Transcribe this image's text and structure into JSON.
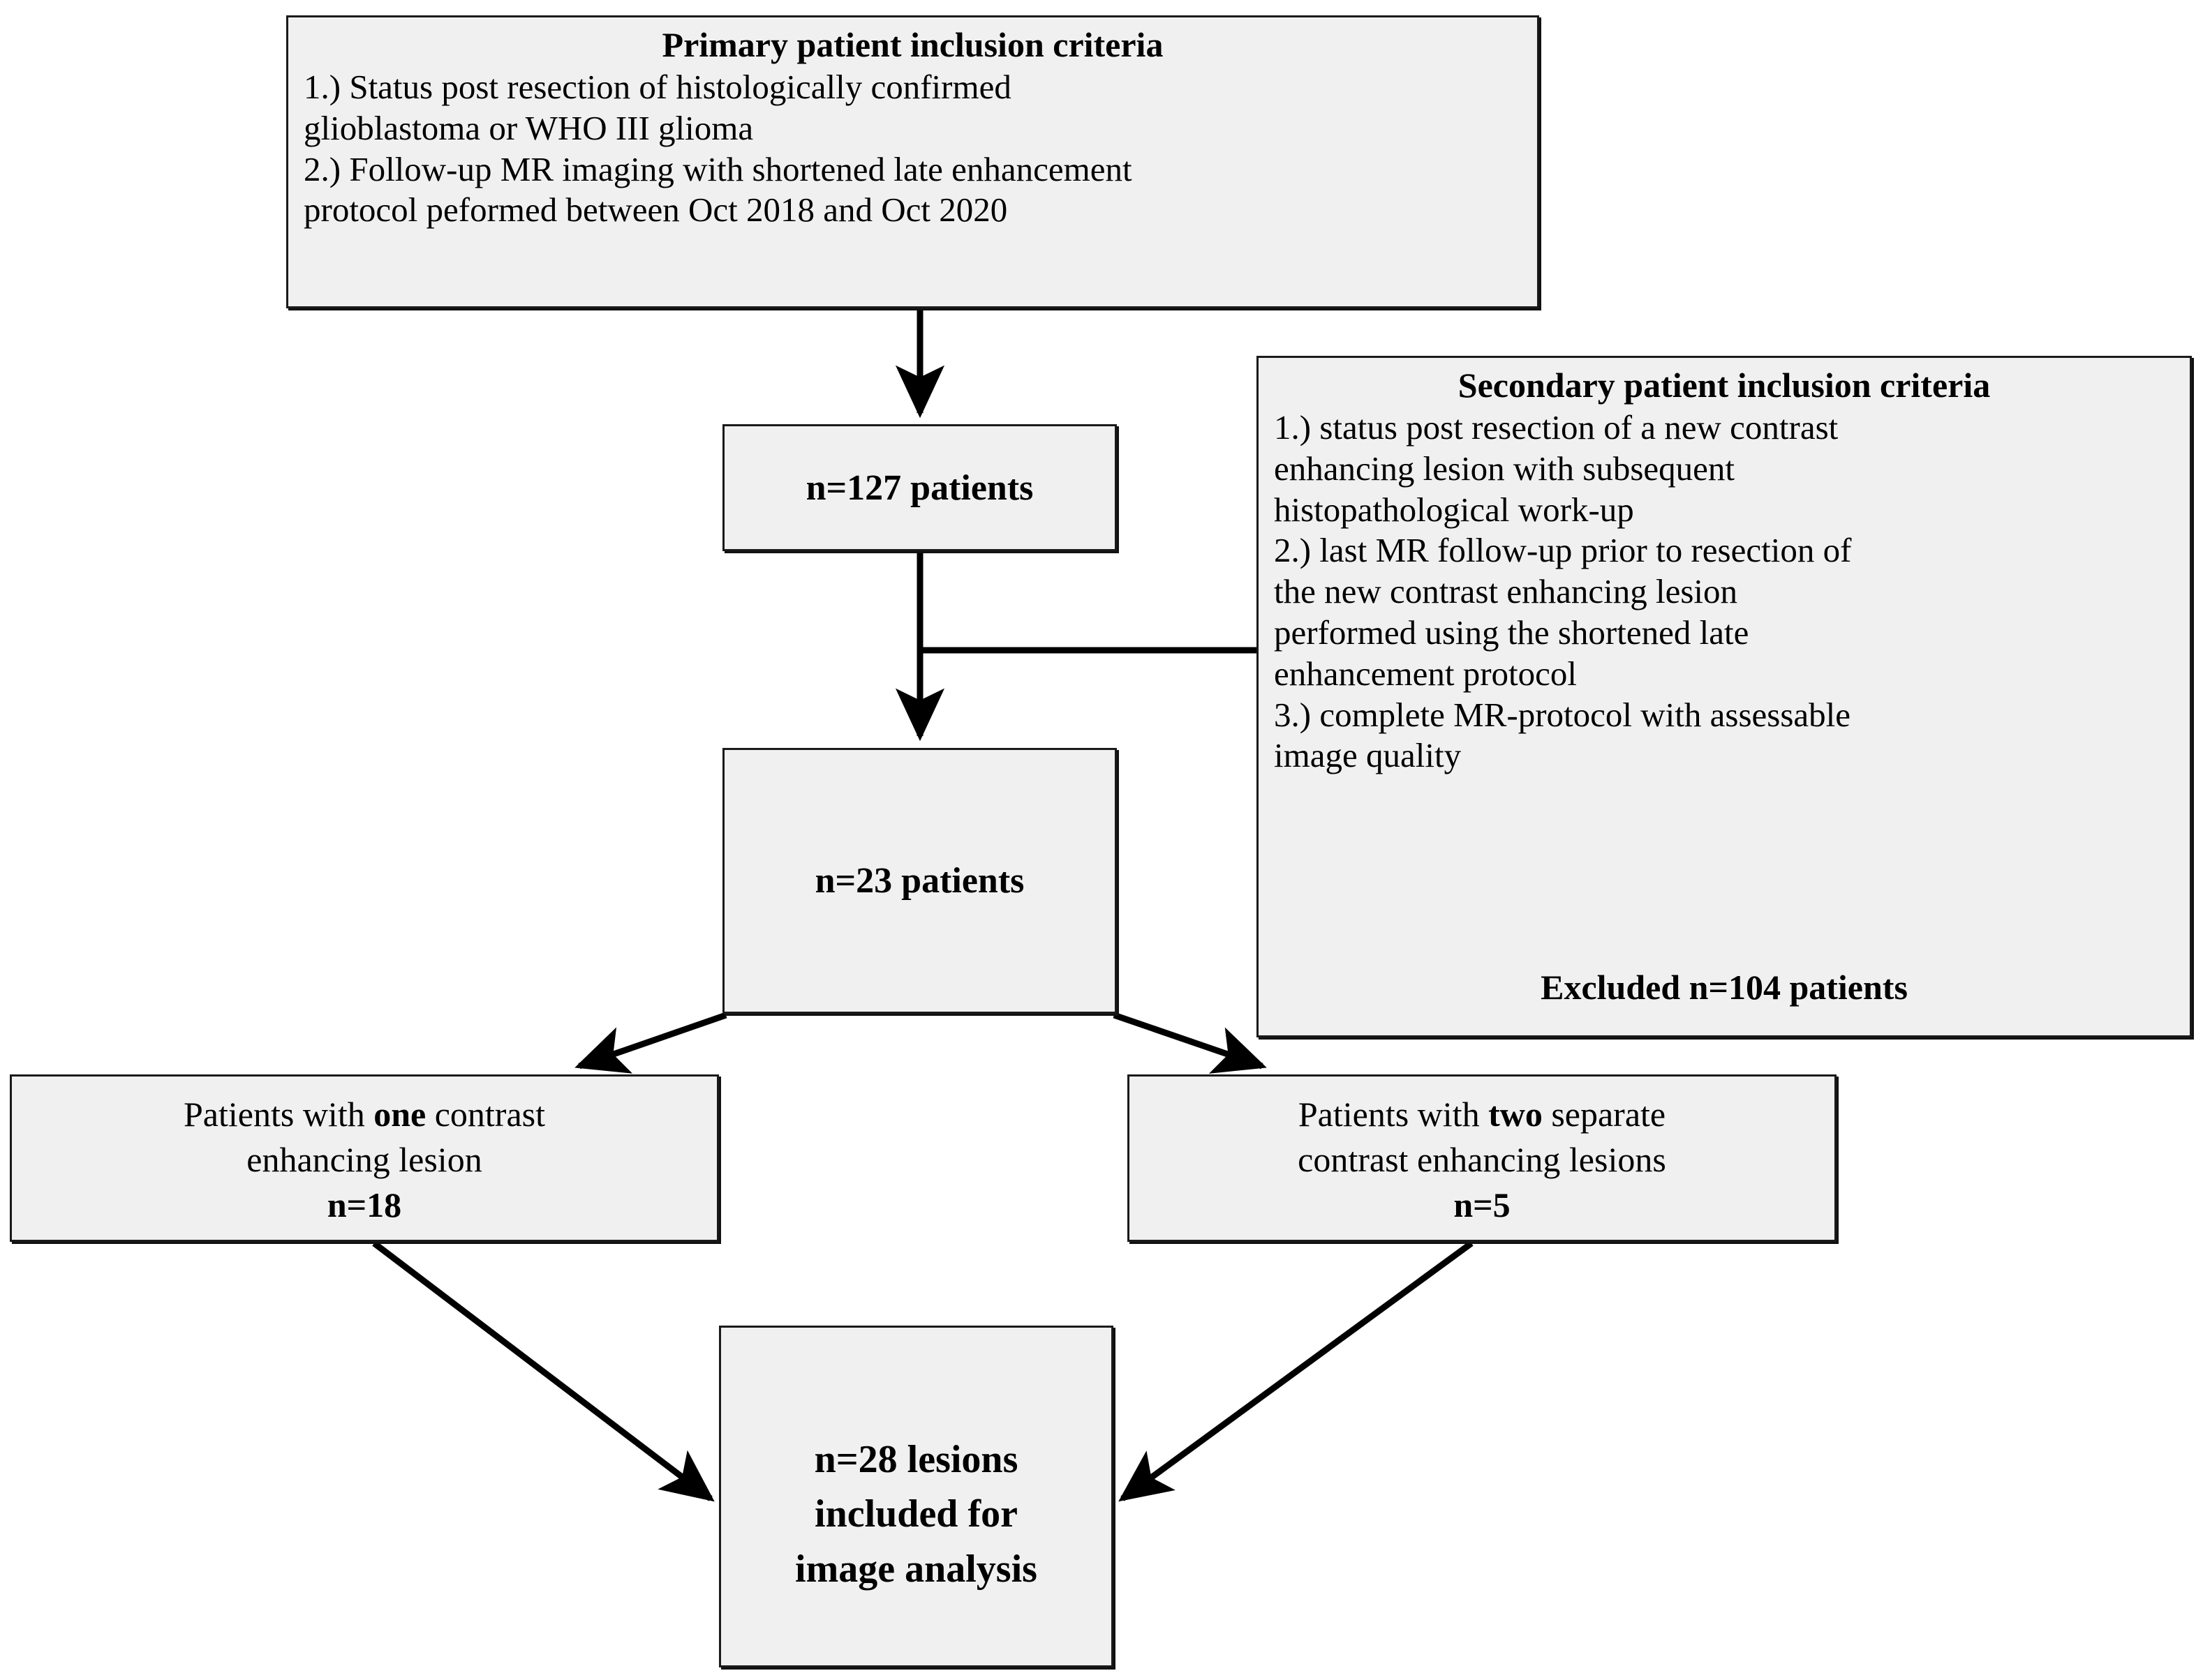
{
  "diagram": {
    "type": "flowchart",
    "orientation": "top-down",
    "theme": {
      "box_fill": "#f0f0f0",
      "box_border": "#1a1a1a",
      "connector_color": "#000000",
      "page_background": "#ffffff",
      "text_color": "#000000"
    }
  },
  "nodes": {
    "primary_criteria": {
      "id": "primary-inclusion-criteria",
      "title": "Primary patient inclusion criteria",
      "lines": [
        "1.) Status post resection of histologically confirmed",
        "glioblastoma or WHO III glioma",
        "2.) Follow-up MR imaging with shortened late enhancement",
        "protocol peformed between Oct 2018 and Oct 2020"
      ]
    },
    "cohort_127": {
      "id": "cohort-127-patients",
      "label": "n=127 patients",
      "count": 127,
      "unit": "patients"
    },
    "secondary_criteria": {
      "id": "secondary-inclusion-criteria",
      "title": "Secondary patient inclusion criteria",
      "lines": [
        "1.) status post resection of a new contrast",
        "enhancing lesion with subsequent",
        "histopathological work-up",
        "2.) last MR follow-up prior to resection of",
        "the new contrast enhancing lesion",
        "performed using the shortened late",
        "enhancement protocol",
        "3.) complete MR-protocol with assessable",
        "image quality"
      ],
      "excluded_label": "Excluded n=104 patients",
      "excluded_count": 104
    },
    "cohort_23": {
      "id": "cohort-23-patients",
      "label": "n=23 patients",
      "count": 23,
      "unit": "patients"
    },
    "one_lesion": {
      "id": "patients-one-lesion",
      "line1_prefix": "Patients with ",
      "line1_emphasis": "one",
      "line1_suffix": " contrast",
      "line2": "enhancing lesion",
      "count_label": "n=18",
      "count": 18
    },
    "two_lesions": {
      "id": "patients-two-lesions",
      "line1_prefix": "Patients with ",
      "line1_emphasis": "two",
      "line1_suffix": " separate",
      "line2": "contrast enhancing lesions",
      "count_label": "n=5",
      "count": 5
    },
    "final_lesions": {
      "id": "lesions-included",
      "line1": "n=28 lesions",
      "line2": "included for",
      "line3": "image analysis",
      "count": 28,
      "unit": "lesions"
    }
  },
  "edges": [
    {
      "id": "edge-primary-to-127",
      "from": "primary_criteria",
      "to": "cohort_127",
      "style": "arrow-down"
    },
    {
      "id": "edge-127-to-23",
      "from": "cohort_127",
      "to": "cohort_23",
      "style": "arrow-down"
    },
    {
      "id": "edge-secondary-branch",
      "from": "secondary_criteria",
      "to": "edge-127-to-23",
      "style": "plain-line-horizontal"
    },
    {
      "id": "edge-23-to-one",
      "from": "cohort_23",
      "to": "one_lesion",
      "style": "arrow-diagonal-left"
    },
    {
      "id": "edge-23-to-two",
      "from": "cohort_23",
      "to": "two_lesions",
      "style": "arrow-diagonal-right"
    },
    {
      "id": "edge-one-to-final",
      "from": "one_lesion",
      "to": "final_lesions",
      "style": "arrow-diagonal-right"
    },
    {
      "id": "edge-two-to-final",
      "from": "two_lesions",
      "to": "final_lesions",
      "style": "arrow-diagonal-left"
    }
  ]
}
